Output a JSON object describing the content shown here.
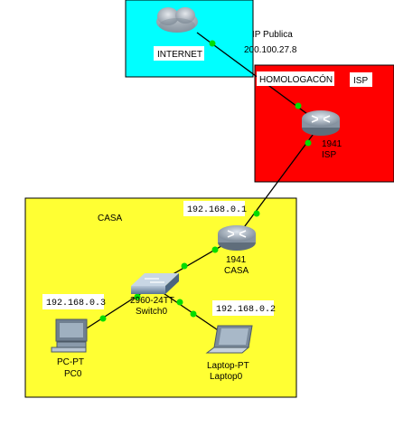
{
  "zones": {
    "internet": {
      "label": "INTERNET",
      "color": "#00ffff"
    },
    "isp": {
      "label": "ISP",
      "sublabel": "HOMOLOGACÓN",
      "color": "#ff0000"
    },
    "casa": {
      "label": "CASA",
      "color": "#ffff33"
    }
  },
  "annotations": {
    "ip_publica_title": "IP Publica",
    "ip_publica_value": "200.100.27.8"
  },
  "devices": {
    "cloud": {
      "icon": "cloud-icon"
    },
    "router_isp": {
      "model": "1941",
      "name": "ISP",
      "icon": "router-icon"
    },
    "router_casa": {
      "model": "1941",
      "name": "CASA",
      "ip": "192.168.0.1",
      "icon": "router-icon"
    },
    "switch": {
      "model": "2960-24TT",
      "name": "Switch0",
      "icon": "switch-icon"
    },
    "pc": {
      "model": "PC-PT",
      "name": "PC0",
      "ip": "192.168.0.3",
      "icon": "pc-icon"
    },
    "laptop": {
      "model": "Laptop-PT",
      "name": "Laptop0",
      "ip": "192.168.0.2",
      "icon": "laptop-icon"
    }
  },
  "colors": {
    "link_up": "#00dd00",
    "cable": "#000000",
    "device_gray": "#9aa7b4"
  }
}
